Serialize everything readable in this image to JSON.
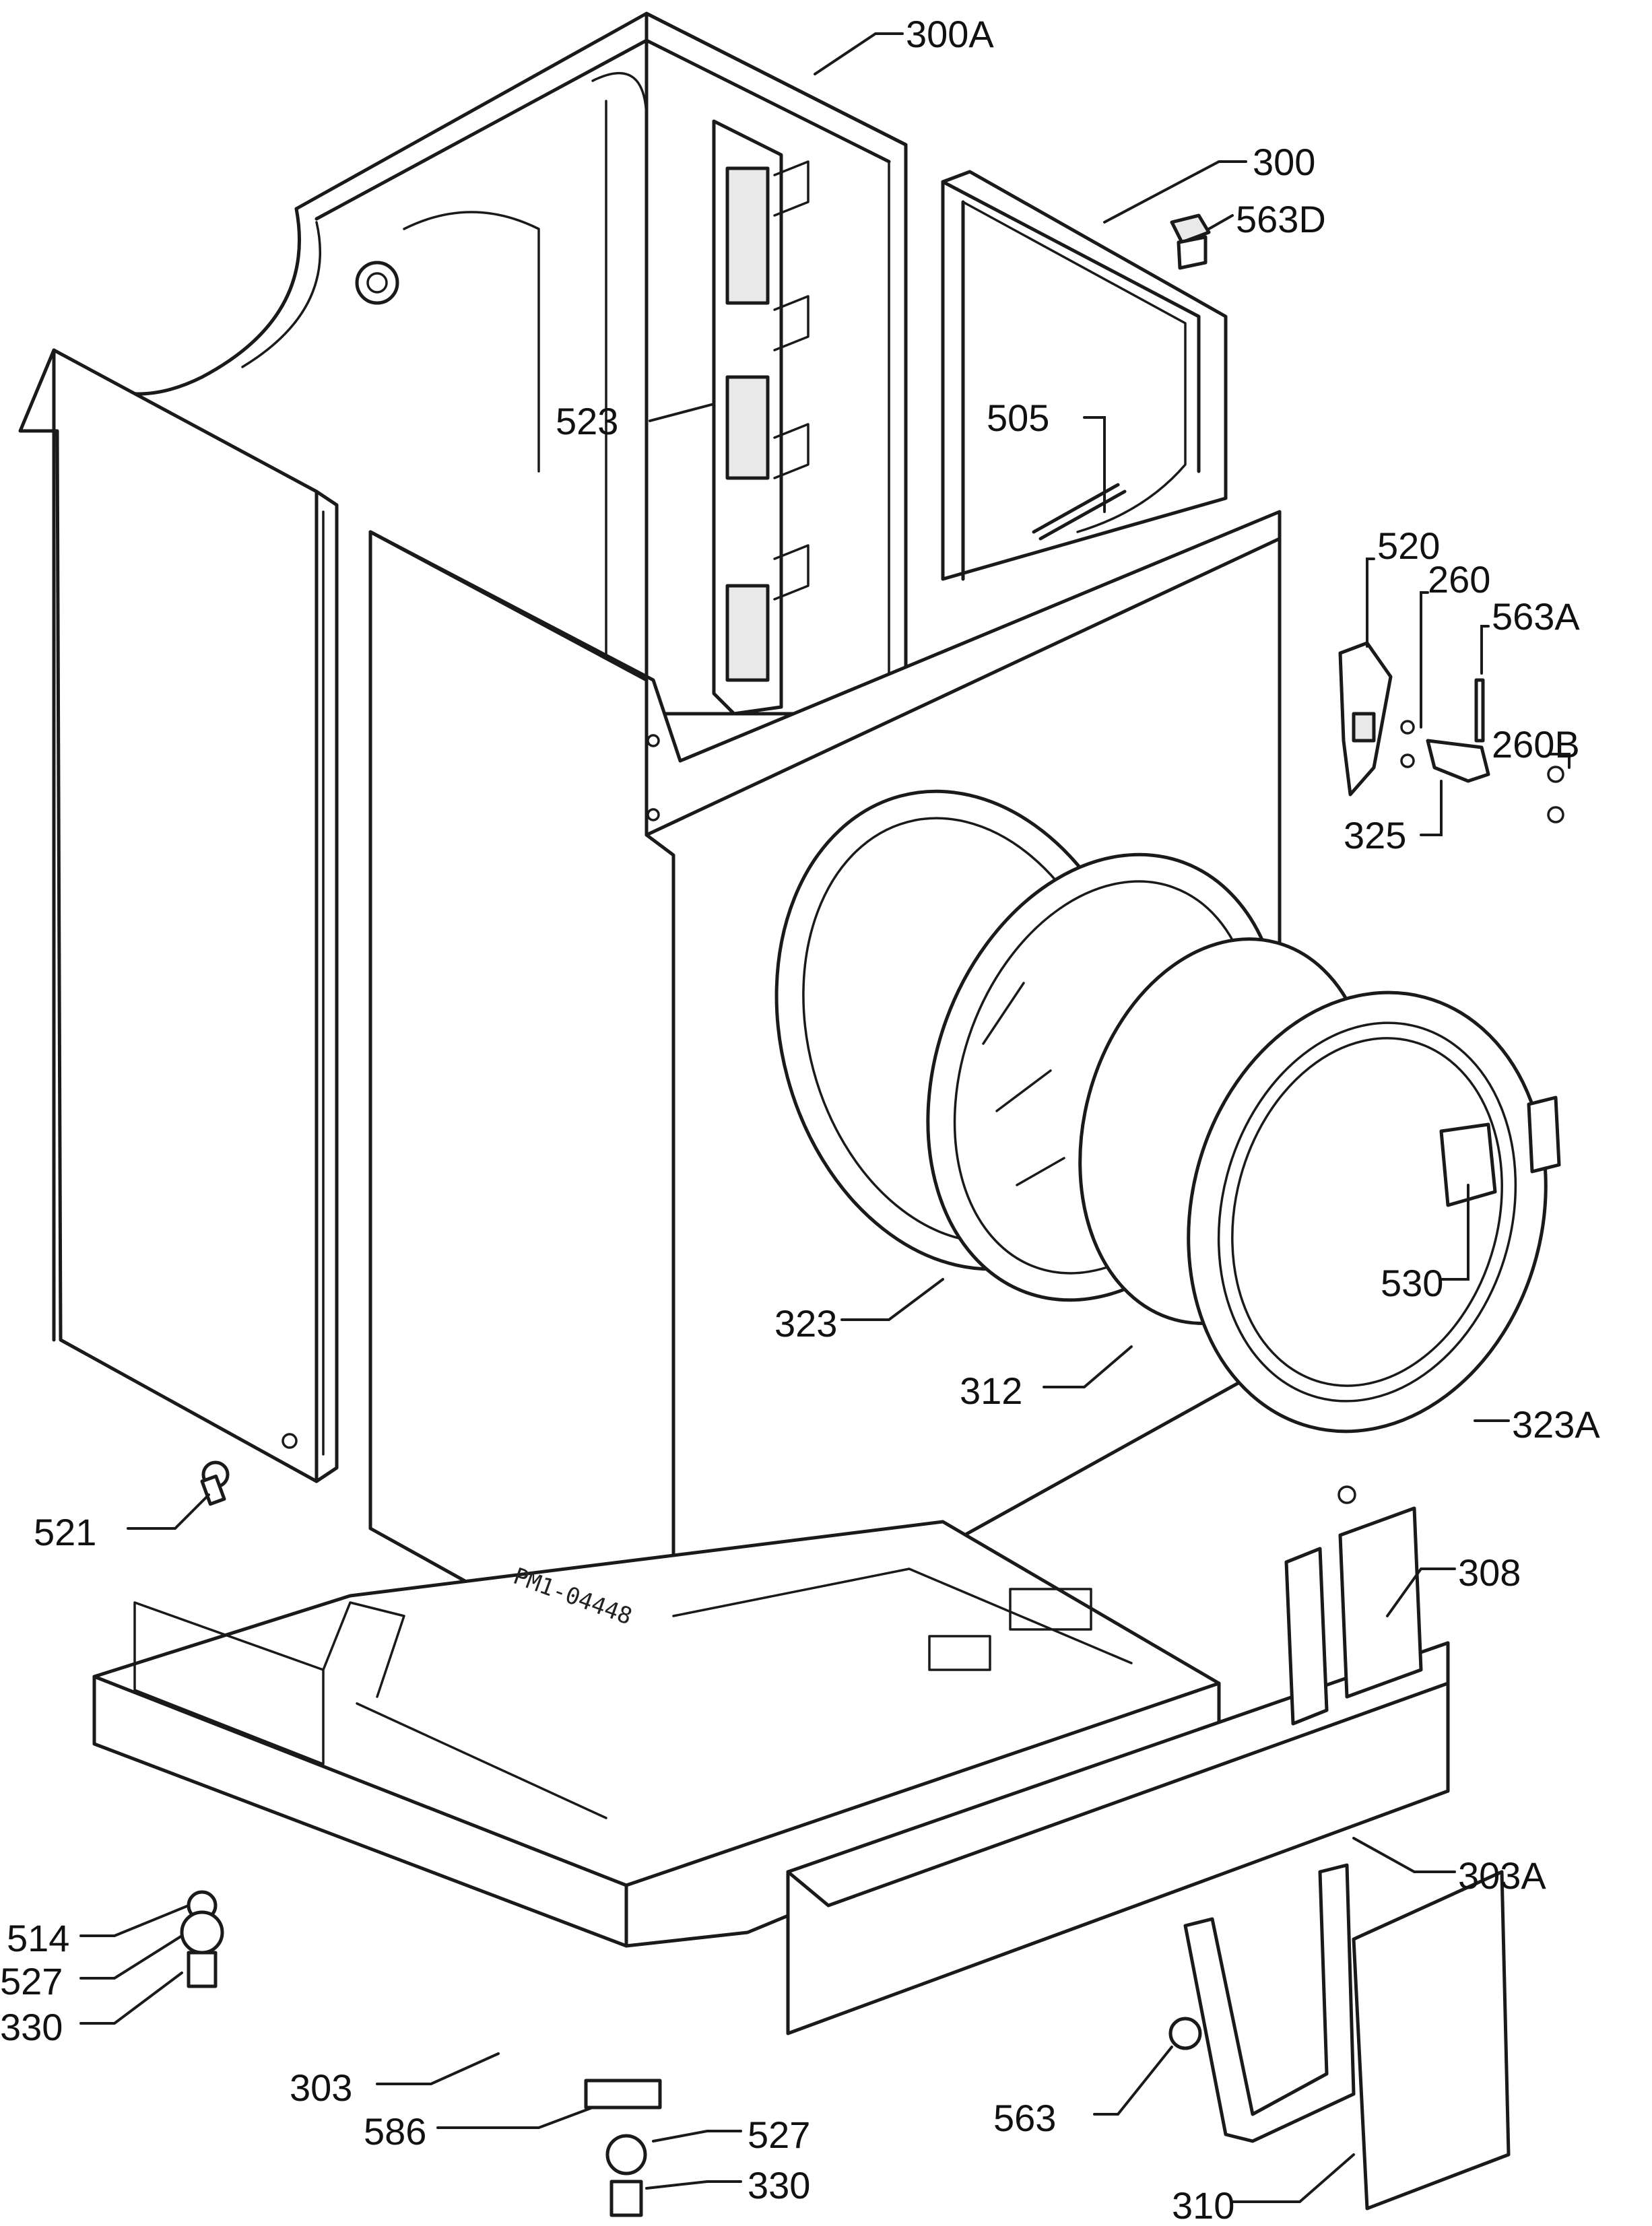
{
  "labels": {
    "l300A": "300A",
    "l300": "300",
    "l563D": "563D",
    "l523": "523",
    "l505": "505",
    "l520": "520",
    "l260": "260",
    "l563A": "563A",
    "l260B": "260B",
    "l325": "325",
    "l530": "530",
    "l323": "323",
    "l312": "312",
    "l323A": "323A",
    "l521": "521",
    "l308": "308",
    "l303A": "303A",
    "l514": "514",
    "l527a": "527",
    "l330a": "330",
    "l303": "303",
    "l586": "586",
    "l527b": "527",
    "l330b": "330",
    "l563": "563",
    "l310": "310"
  },
  "stamp": "PM1-04448",
  "colors": {
    "line": "#1a1a1a",
    "background": "#ffffff"
  }
}
